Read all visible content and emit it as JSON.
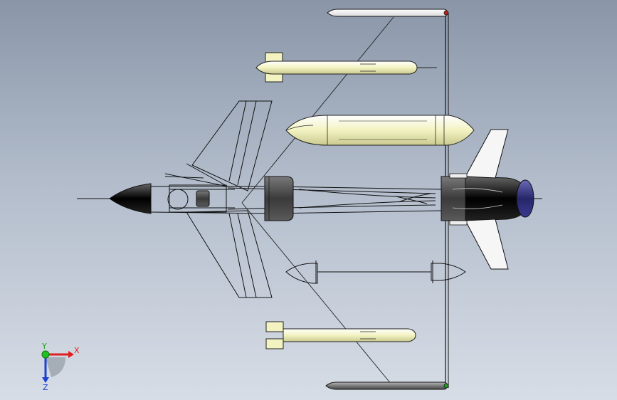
{
  "viewport": {
    "background_top": "#8a96a8",
    "background_bottom": "#d7dde6"
  },
  "triad": {
    "x_label": "X",
    "y_label": "Y",
    "z_label": "Z",
    "x_color": "#e02020",
    "y_color": "#20c020",
    "z_color": "#2040d0"
  },
  "colors": {
    "missile_body": "#f3f3c2",
    "tank_body": "#f6f6c4",
    "engine_dark": "#474747",
    "nozzle": "#2b2b2b",
    "nozzle_blue": "#4a4aa0",
    "wing_fill": "#f4f4f4",
    "outline": "#111111",
    "gray_missile": "#8c8c8c"
  }
}
